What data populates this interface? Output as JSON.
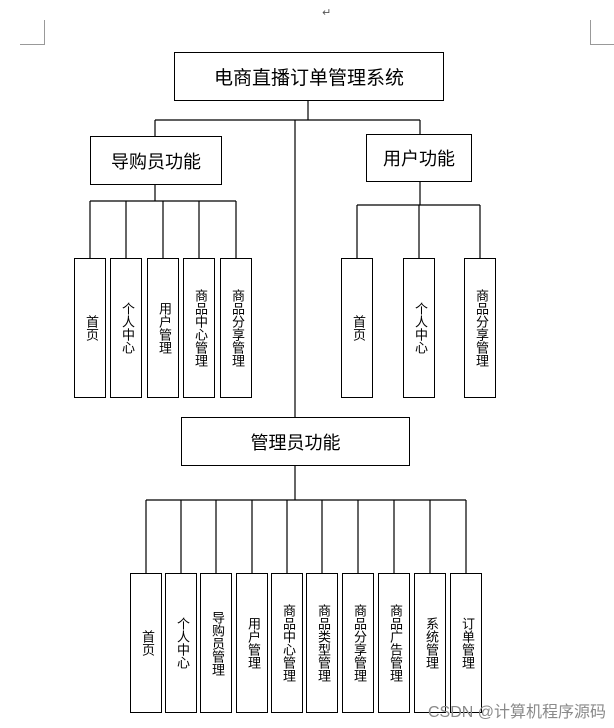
{
  "paragraph_mark": "↵",
  "root": {
    "label": "电商直播订单管理系统"
  },
  "groups": {
    "guide": {
      "label": "导购员功能",
      "children": [
        "首页",
        "个人中心",
        "用户管理",
        "商品中心管理",
        "商品分享管理"
      ]
    },
    "user": {
      "label": "用户功能",
      "children": [
        "首页",
        "个人中心",
        "商品分享管理"
      ]
    },
    "admin": {
      "label": "管理员功能",
      "children": [
        "首页",
        "个人中心",
        "导购员管理",
        "用户管理",
        "商品中心管理",
        "商品类型管理",
        "商品分享管理",
        "商品广告管理",
        "系统管理",
        "订单管理"
      ]
    }
  },
  "watermark": "CSDN @计算机程序源码"
}
